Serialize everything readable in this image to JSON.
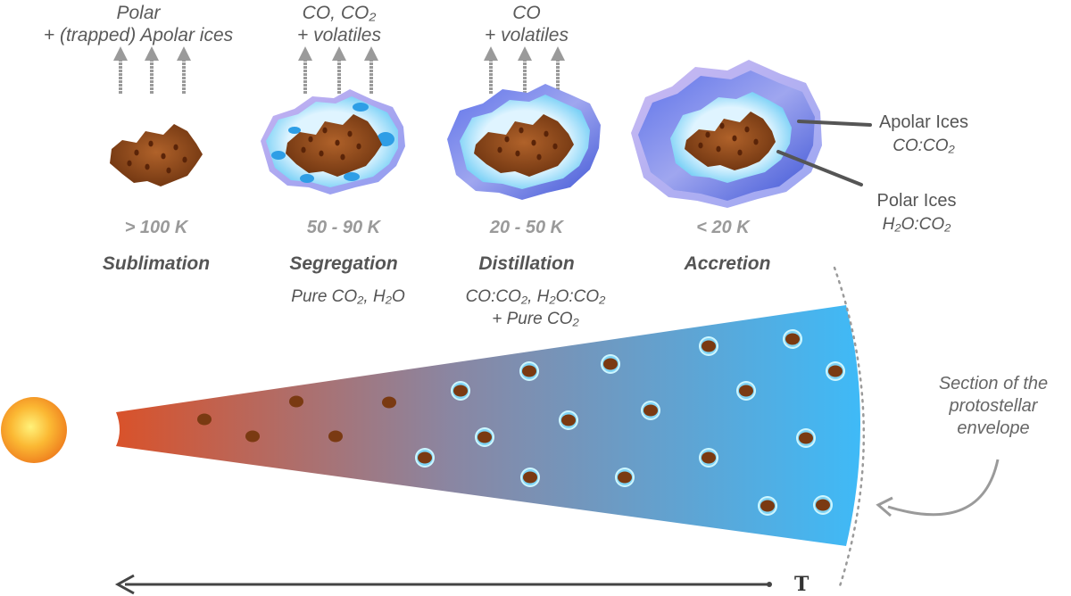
{
  "upward_labels": [
    {
      "line1": "Polar",
      "line2": "+ (trapped) Apolar ices"
    },
    {
      "line1": "CO, CO₂",
      "line2": "+ volatiles"
    },
    {
      "line1": "CO",
      "line2": "+ volatiles"
    }
  ],
  "stages": [
    {
      "temperature": "> 100 K",
      "process": "Sublimation",
      "products": ""
    },
    {
      "temperature": "50 - 90  K",
      "process": "Segregation",
      "products": "Pure CO₂, H₂O"
    },
    {
      "temperature": "20 - 50  K",
      "process": "Distillation",
      "products": "CO:CO₂, H₂O:CO₂",
      "products2": "+ Pure CO₂"
    },
    {
      "temperature": "< 20 K",
      "process": "Accretion",
      "products": ""
    }
  ],
  "legend": {
    "apolar_title": "Apolar Ices",
    "apolar_comp": "CO:CO₂",
    "polar_title": "Polar Ices",
    "polar_comp": "H₂O:CO₂"
  },
  "envelope_note": {
    "line1": "Section of the",
    "line2": "protostellar",
    "line3": "envelope"
  },
  "axis_label": "T",
  "colors": {
    "grain": "#7a3a12",
    "polar_ice": "#7fd4f5",
    "apolar_ice": "#4f6fe0",
    "warm_end": "#d85a30",
    "cold_end": "#3fbaf7",
    "star": "#f7a21f",
    "text": "#5a5a5a",
    "arrow": "#9a9a9a"
  }
}
